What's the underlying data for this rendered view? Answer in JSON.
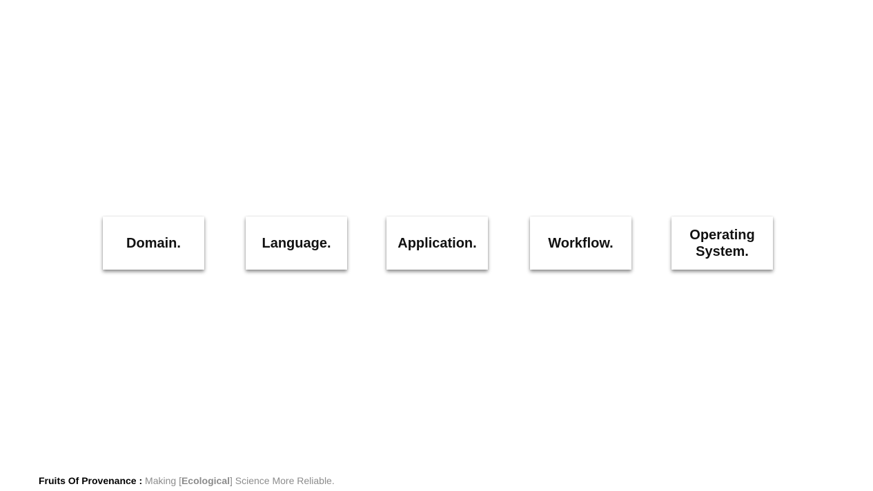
{
  "cards": [
    {
      "label": "Domain."
    },
    {
      "label": "Language."
    },
    {
      "label": "Application."
    },
    {
      "label": "Workflow."
    },
    {
      "label": "Operating System."
    }
  ],
  "footer": {
    "title": "Fruits Of Provenance :",
    "text_before": "Making [",
    "emphasis": "Ecological",
    "text_after": "] Science More Reliable."
  }
}
